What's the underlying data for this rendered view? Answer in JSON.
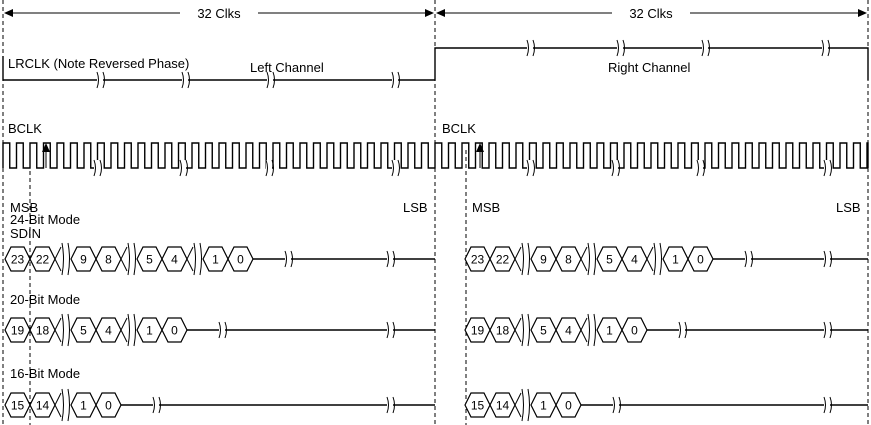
{
  "timing": {
    "half_frame_label": "32 Clks",
    "lrclk_label": "LRCLK (Note Reversed Phase)",
    "left_channel_label": "Left Channel",
    "right_channel_label": "Right Channel",
    "bclk_label": "BCLK",
    "msb_label": "MSB",
    "lsb_label": "LSB",
    "sdin_label": "SDIN",
    "modes": [
      {
        "label": "24-Bit Mode",
        "bits": [
          "23",
          "22",
          "9",
          "8",
          "5",
          "4",
          "1",
          "0"
        ]
      },
      {
        "label": "20-Bit Mode",
        "bits": [
          "19",
          "18",
          "5",
          "4",
          "1",
          "0"
        ]
      },
      {
        "label": "16-Bit Mode",
        "bits": [
          "15",
          "14",
          "1",
          "0"
        ]
      }
    ]
  }
}
